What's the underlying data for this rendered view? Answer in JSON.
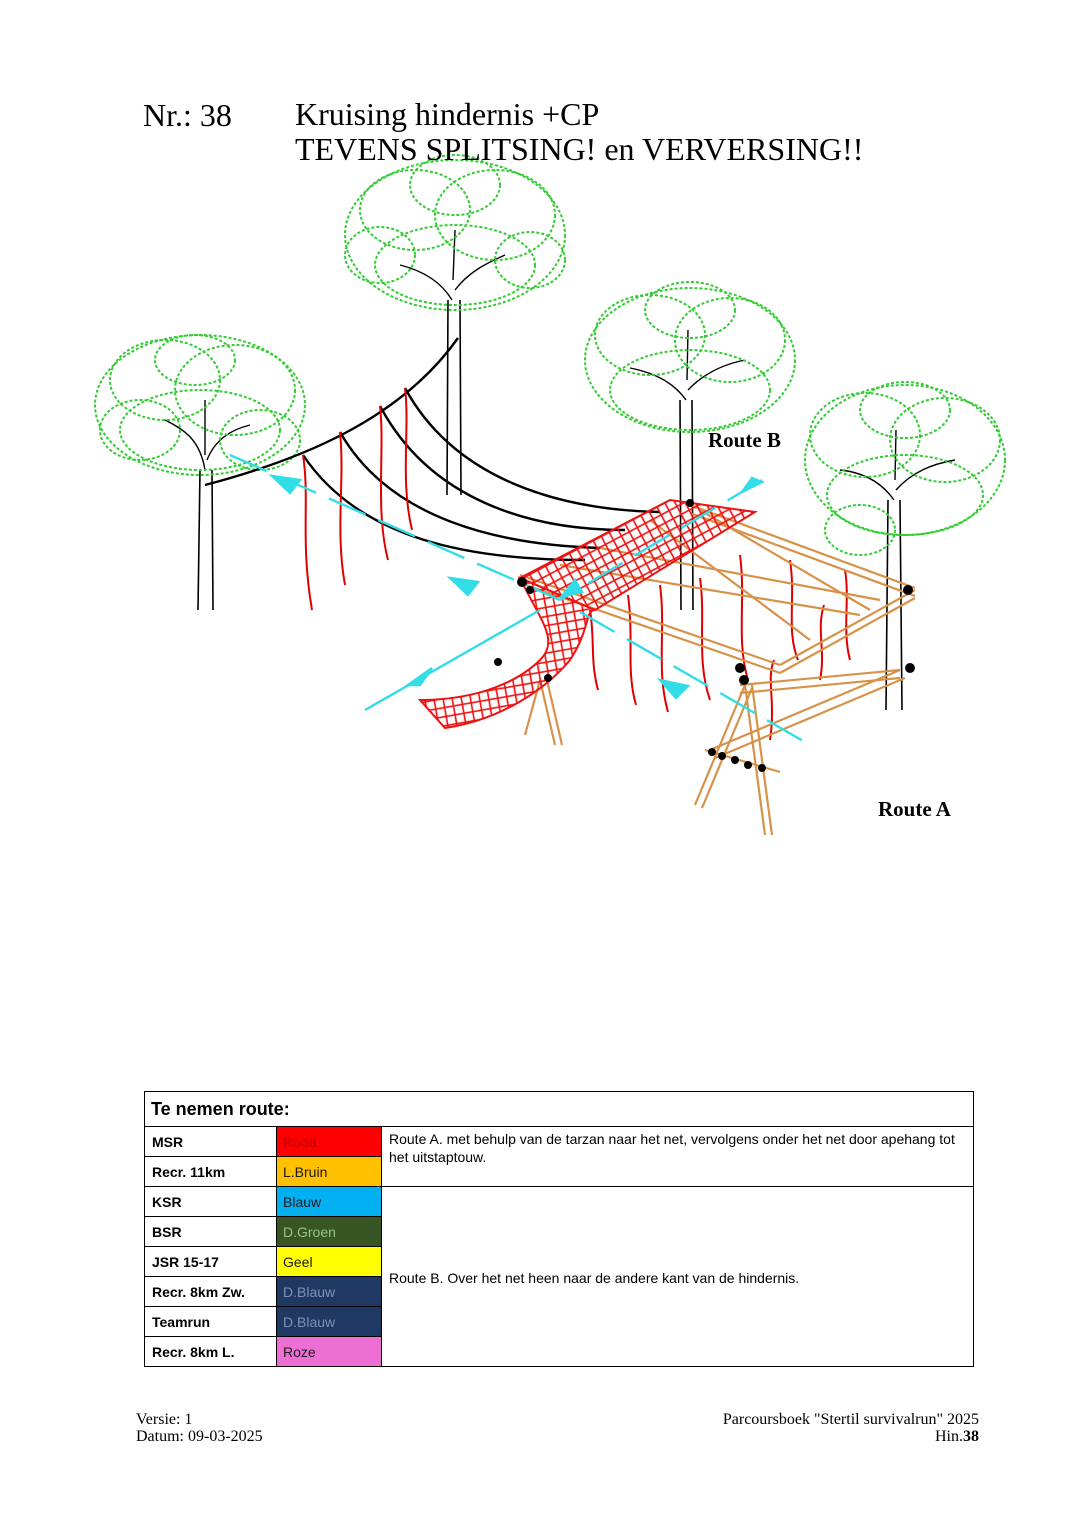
{
  "header": {
    "number": "Nr.: 38",
    "title_line1": "Kruising hindernis +CP",
    "title_line2": "TEVENS SPLITSING! en VERVERSING!!"
  },
  "drawing": {
    "route_b_label": "Route B",
    "route_a_label": "Route A",
    "colors": {
      "tree": "#33cc33",
      "rope": "#000000",
      "hanging_rope": "#e00000",
      "net": "#ee1111",
      "wood": "#d7924a",
      "arrow": "#33dde8"
    }
  },
  "table": {
    "heading": "Te nemen route:",
    "rows": [
      {
        "name": "MSR",
        "color_label": "Rood",
        "bg": "#ff0000",
        "fg": "#c00000"
      },
      {
        "name": "Recr. 11km",
        "color_label": "L.Bruin",
        "bg": "#ffc000",
        "fg": "#1a1a1a"
      },
      {
        "name": "KSR",
        "color_label": "Blauw",
        "bg": "#00b0f0",
        "fg": "#1a1a1a"
      },
      {
        "name": "BSR",
        "color_label": "D.Groen",
        "bg": "#375623",
        "fg": "#9fbf8f"
      },
      {
        "name": "JSR 15-17",
        "color_label": "Geel",
        "bg": "#ffff00",
        "fg": "#1a1a1a"
      },
      {
        "name": "Recr. 8km Zw.",
        "color_label": "D.Blauw",
        "bg": "#1f3864",
        "fg": "#7f93b8"
      },
      {
        "name": "Teamrun",
        "color_label": "D.Blauw",
        "bg": "#1f3864",
        "fg": "#7f93b8"
      },
      {
        "name": "Recr. 8km L.",
        "color_label": "Roze",
        "bg": "#ee6fd4",
        "fg": "#1a1a1a"
      }
    ],
    "route_a_text": "Route A. met behulp van de tarzan naar het net, vervolgens onder het net door apehang tot het uitstaptouw.",
    "route_b_text": "Route B. Over het net heen naar de andere kant van de hindernis."
  },
  "footer": {
    "version": "Versie: 1",
    "date": "Datum: 09-03-2025",
    "book": "Parcoursboek \"Stertil survivalrun\" 2025",
    "page_prefix": "Hin.",
    "page_number": "38"
  }
}
